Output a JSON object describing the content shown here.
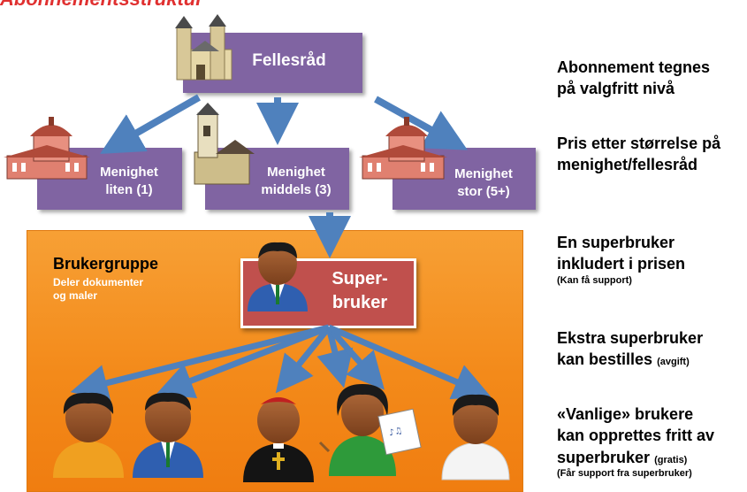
{
  "title": "Abonnementsstruktur",
  "top": {
    "label": "Fellesråd"
  },
  "parishes": [
    {
      "line1": "Menighet",
      "line2": "liten (1)"
    },
    {
      "line1": "Menighet",
      "line2": "middels (3)"
    },
    {
      "line1": "Menighet",
      "line2": "stor (5+)"
    }
  ],
  "usergroup": {
    "title": "Brukergruppe",
    "subtitle1": "Deler dokumenter",
    "subtitle2": "og maler"
  },
  "superuser": {
    "line1": "Super-",
    "line2": "bruker"
  },
  "notes": [
    {
      "l1": "Abonnement tegnes",
      "l2": "på valgfritt nivå"
    },
    {
      "l1": "Pris etter størrelse på",
      "l2": "menighet/fellesråd"
    },
    {
      "l1": "En superbruker",
      "l2": "inkludert i prisen",
      "small": "(Kan få support)"
    },
    {
      "l1": "Ekstra superbruker",
      "l2": "kan bestilles",
      "small": "(avgift)"
    },
    {
      "l1": "«Vanlige» brukere",
      "l2": "kan opprettes fritt av",
      "l3": "superbruker",
      "small": "(gratis)",
      "small2": "(Får support fra superbruker)"
    }
  ],
  "colors": {
    "purple": "#8064a2",
    "super": "#c0504d",
    "orange": "#f38a1a",
    "arrow": "#4f81bd"
  }
}
